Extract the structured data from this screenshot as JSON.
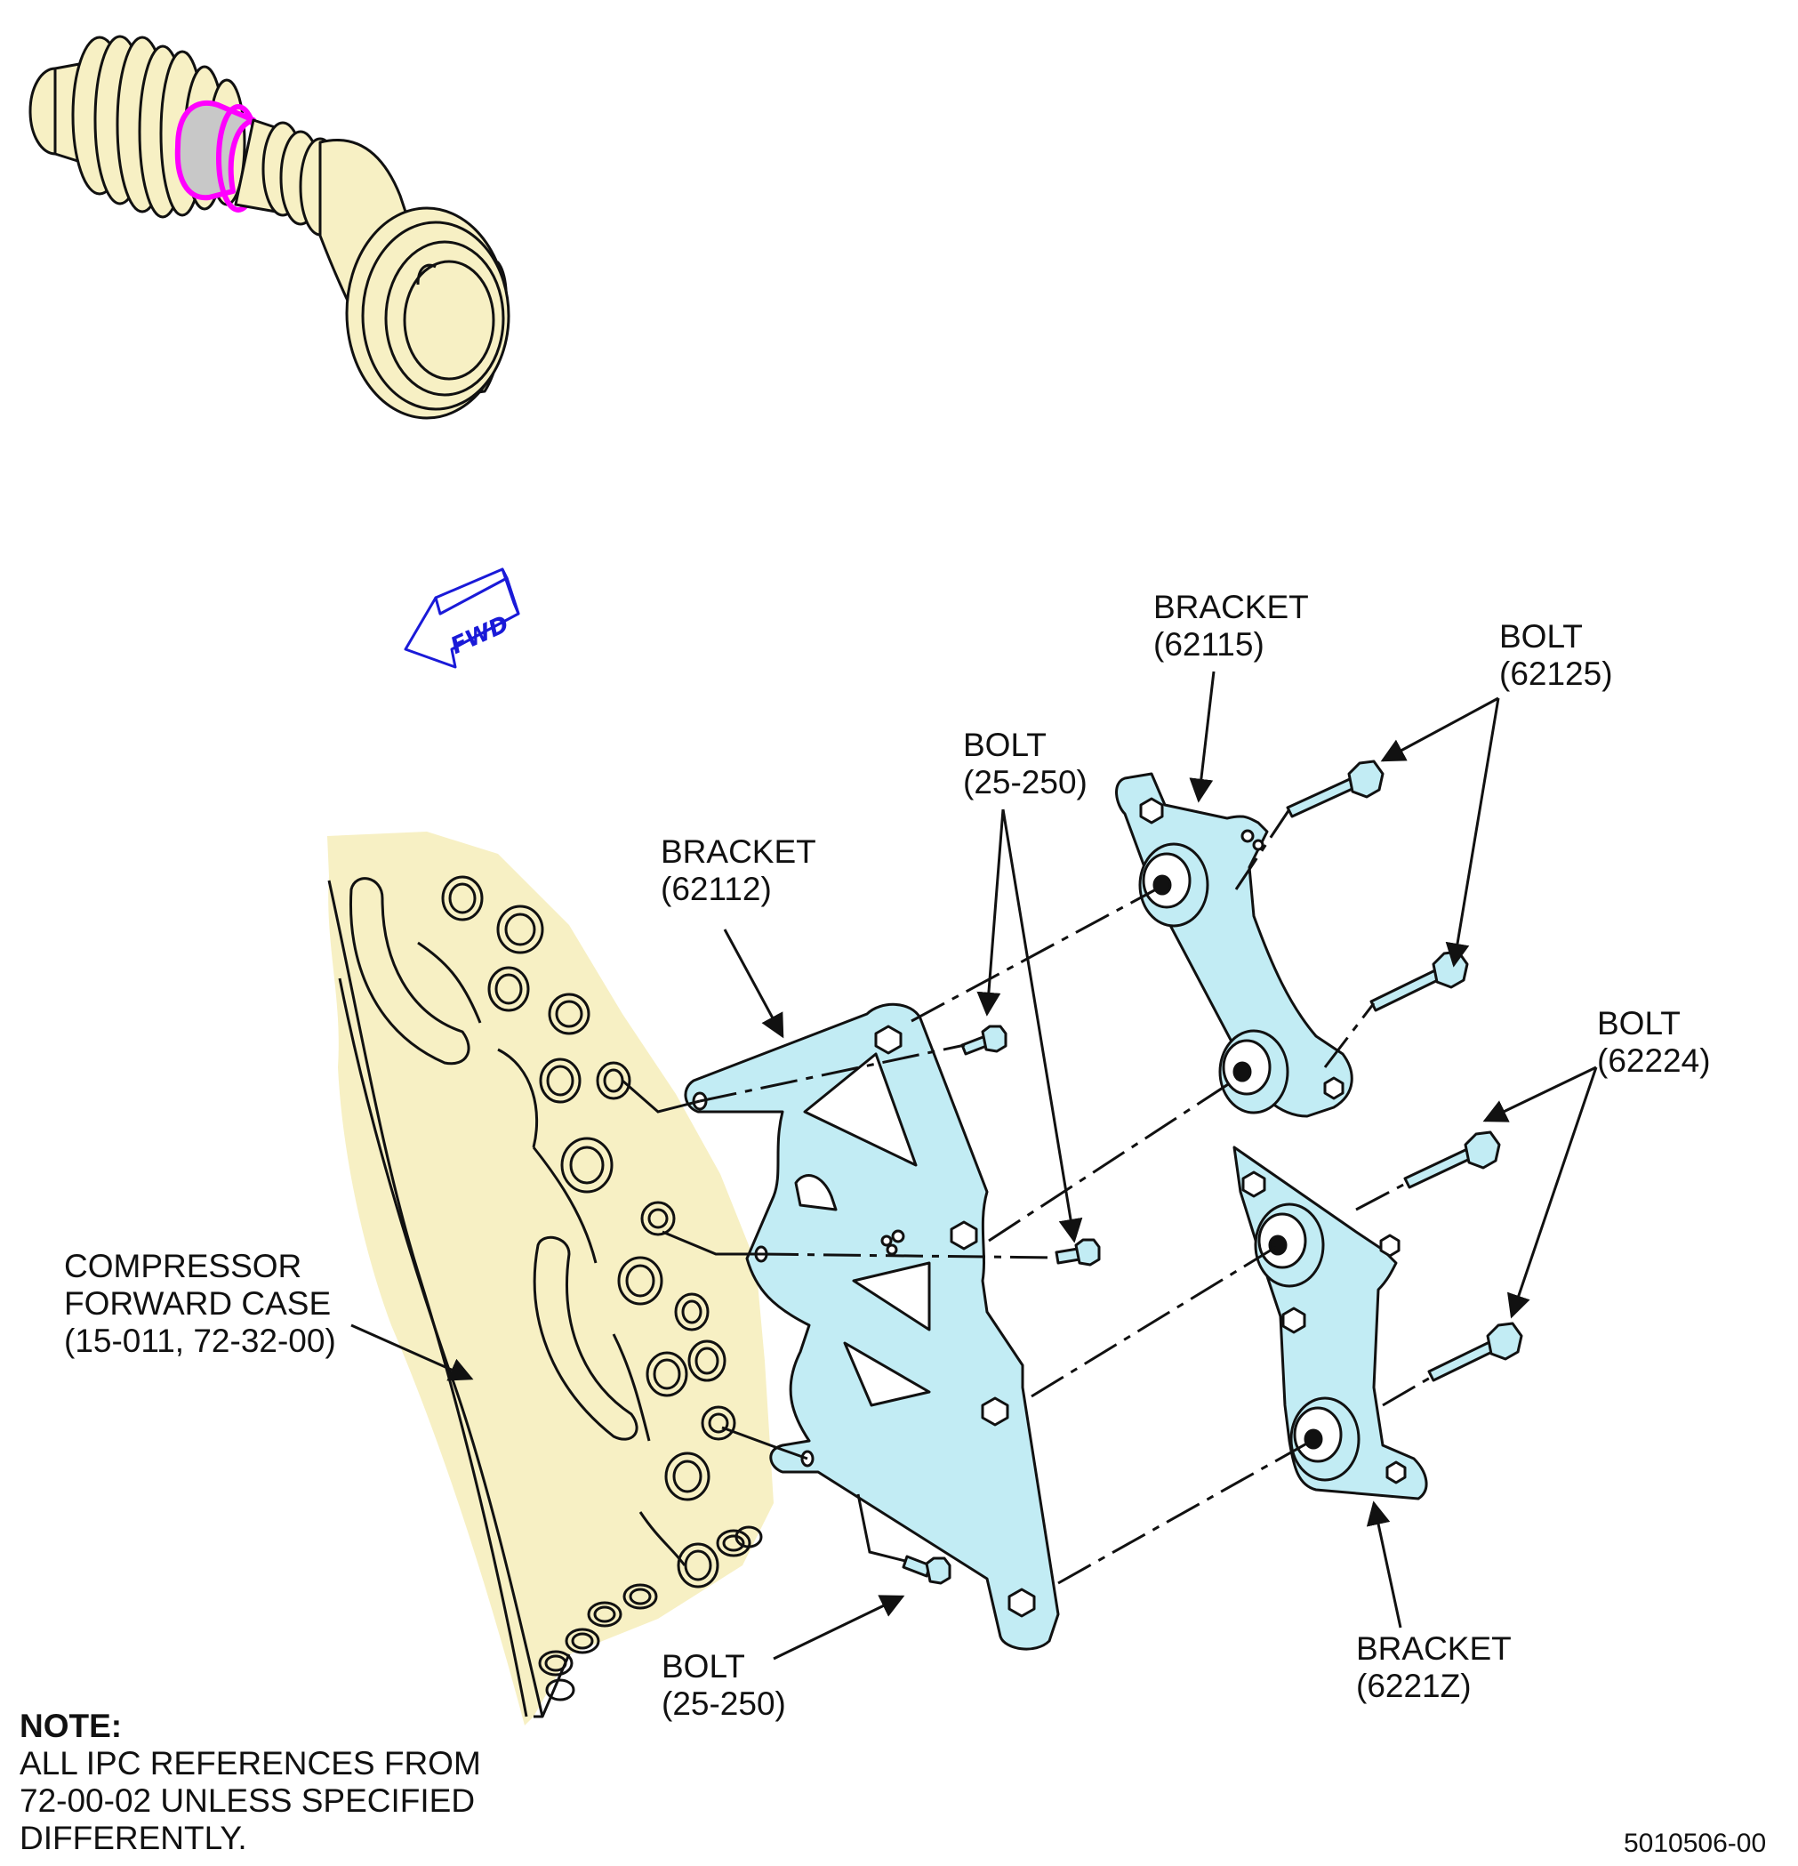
{
  "fwd_label": "FWD",
  "labels": {
    "bracket_62115": {
      "name": "BRACKET",
      "ref": "(62115)"
    },
    "bolt_62125": {
      "name": "BOLT",
      "ref": "(62125)"
    },
    "bolt_25_250_top": {
      "name": "BOLT",
      "ref": "(25-250)"
    },
    "bracket_62112": {
      "name": "BRACKET",
      "ref": "(62112)"
    },
    "bolt_62224": {
      "name": "BOLT",
      "ref": "(62224)"
    },
    "compressor_case": {
      "line1": "COMPRESSOR",
      "line2": "FORWARD CASE",
      "ref": "(15-011, 72-32-00)"
    },
    "bolt_25_250_bottom": {
      "name": "BOLT",
      "ref": "(25-250)"
    },
    "bracket_6221z": {
      "name": "BRACKET",
      "ref": "(6221Z)"
    }
  },
  "note": {
    "title": "NOTE:",
    "lines": [
      "ALL IPC REFERENCES FROM",
      "72-00-02 UNLESS SPECIFIED",
      "DIFFERENTLY."
    ]
  },
  "document_number": "5010506-00",
  "colors": {
    "engine_fill": "#f7f0c4",
    "bracket_fill": "#c2ecf4",
    "highlight_ring": "#ff00ff",
    "highlight_band": "#c8c8c8",
    "fwd_arrow": "#1a1ad8",
    "line": "#111111"
  }
}
